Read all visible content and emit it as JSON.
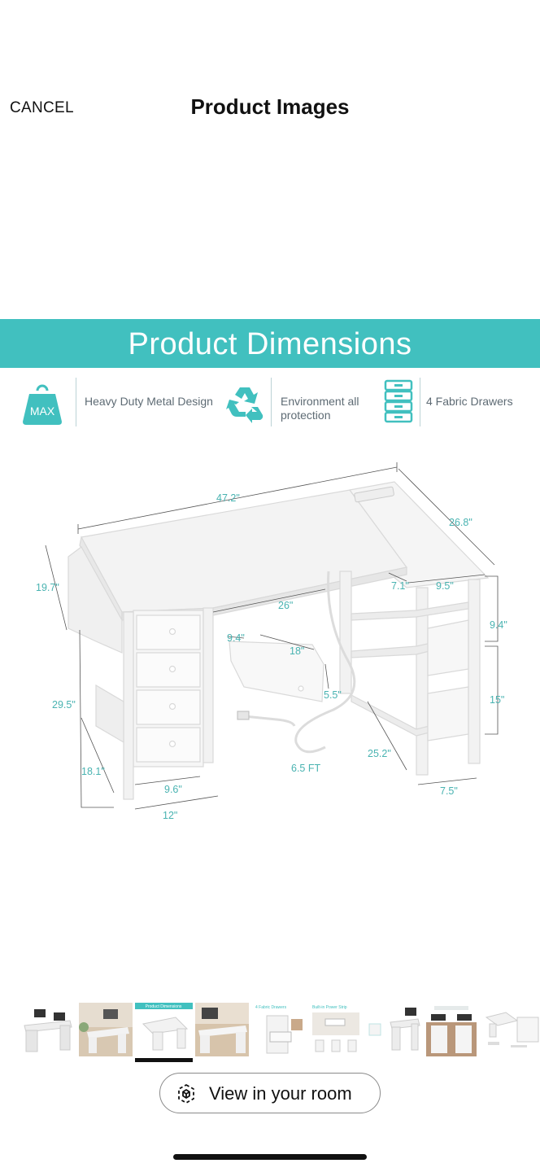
{
  "header": {
    "cancel_label": "CANCEL",
    "title": "Product Images"
  },
  "product_image": {
    "banner_title": "Product Dimensions",
    "features": [
      {
        "icon": "max-weight-icon",
        "icon_text": "MAX",
        "label_lines": [
          "Heavy Duty Metal Design"
        ]
      },
      {
        "icon": "recycle-icon",
        "label_lines": [
          "Environment all",
          "protection"
        ]
      },
      {
        "icon": "drawers-icon",
        "label_lines": [
          "4 Fabric Drawers"
        ]
      }
    ],
    "dimensions": {
      "desk_width": "47.2\"",
      "return_length": "26.8\"",
      "desk_depth": "19.7\"",
      "knee_width": "26\"",
      "return_gap": "7.1\"",
      "return_depth": "9.5\"",
      "shelf_height_top": "9.4\"",
      "shelf_height_lower": "15\"",
      "desk_height": "29.5\"",
      "drawer_depth": "9.4\"",
      "drawer_width": "18\"",
      "drawer_height": "5.5\"",
      "side_bag_depth": "18.1\"",
      "drawer_unit_width": "9.6\"",
      "drawer_unit_depth": "12\"",
      "shelf_side_depth": "25.2\"",
      "shelf_side_width": "7.5\"",
      "cord_length": "6.5 FT"
    },
    "colors": {
      "accent": "#41c0bf",
      "dim_text": "#49b3b1"
    }
  },
  "thumbnails": {
    "selected_index": 2,
    "items": [
      {
        "name": "thumb-desk-setup"
      },
      {
        "name": "thumb-room-scene"
      },
      {
        "name": "thumb-product-dimensions",
        "caption": "Product Dimensions"
      },
      {
        "name": "thumb-office-scene"
      },
      {
        "name": "thumb-fabric-drawers",
        "caption": "4 Fabric Drawers"
      },
      {
        "name": "thumb-built-in-outlet",
        "caption": "Built-in Power Strip"
      },
      {
        "name": "thumb-monitor-desk"
      },
      {
        "name": "thumb-shelf-unit"
      },
      {
        "name": "thumb-corner-layout"
      }
    ]
  },
  "view_in_room": {
    "label": "View in your room",
    "icon": "ar-cube-icon"
  }
}
